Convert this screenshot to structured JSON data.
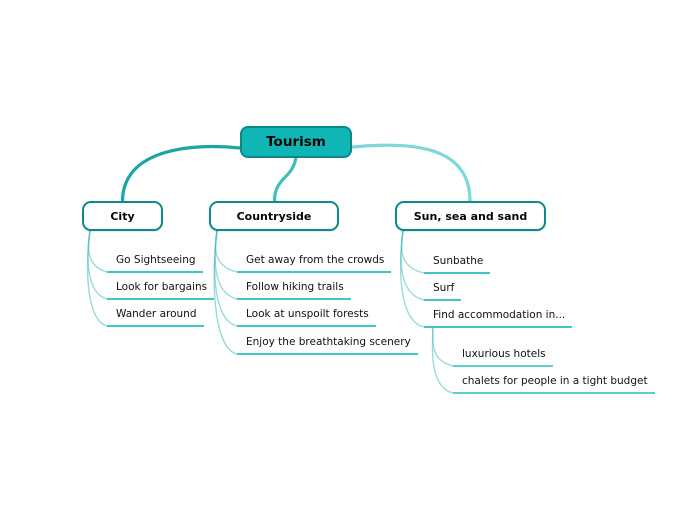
{
  "root": {
    "label": "Tourism"
  },
  "branches": [
    {
      "label": "City",
      "branch_color": "#1da4a4",
      "leaves": [
        {
          "label": "Go Sightseeing"
        },
        {
          "label": "Look for bargains"
        },
        {
          "label": "Wander around"
        }
      ]
    },
    {
      "label": "Countryside",
      "branch_color": "#3fbcbc",
      "leaves": [
        {
          "label": "Get away from the crowds"
        },
        {
          "label": "Follow hiking trails"
        },
        {
          "label": "Look at unspoilt forests"
        },
        {
          "label": "Enjoy the breathtaking scenery"
        }
      ]
    },
    {
      "label": "Sun, sea and sand",
      "branch_color": "#7ed8d8",
      "leaves": [
        {
          "label": "Sunbathe"
        },
        {
          "label": "Surf"
        },
        {
          "label": "Find accommodation in...",
          "children": [
            {
              "label": "luxurious hotels"
            },
            {
              "label": "chalets for people in a tight budget"
            }
          ]
        }
      ]
    }
  ],
  "colors": {
    "root_fill": "#10b5b5",
    "root_border": "#0c8787",
    "child_border": "#0f8a8a",
    "underline": "#41c5c5",
    "fan_line": "#46bebe",
    "background": "#ffffff"
  }
}
